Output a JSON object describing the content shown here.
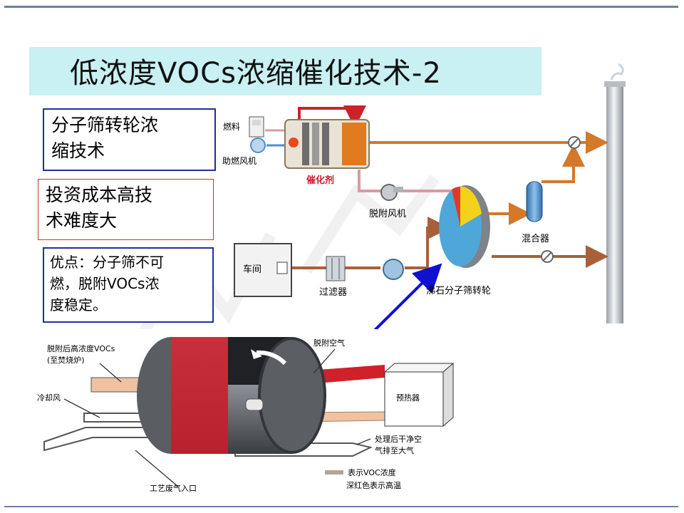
{
  "title": "低浓度VOCs浓缩催化技术-2",
  "box1": {
    "line1": "分子筛转轮浓",
    "line2": "缩技术"
  },
  "box2": {
    "line1": "投资成本高技",
    "line2": "术难度大"
  },
  "box3": {
    "line1": "优点：分子筛不可",
    "line2": "燃，脱附VOCs浓",
    "line3": "度稳定。"
  },
  "top_diagram": {
    "fuel": "燃料",
    "burner_fan": "助燃风机",
    "catalyst": "催化剂",
    "desorption_fan": "脱附风机",
    "mixer": "混合器",
    "workshop": "车间",
    "filter": "过滤器",
    "zeolite_wheel": "沸石分子筛转轮"
  },
  "bottom_diagram": {
    "desorbed_line1": "脱附后高浓度VOCs",
    "desorbed_line2": "(至焚烧炉)",
    "cooling_air": "冷却风",
    "desorption_air": "脱附空气",
    "preheater": "预热器",
    "clean_line1": "处理后干净空",
    "clean_line2": "气排至大气",
    "process_inlet": "工艺废气入口",
    "legend_line1": "表示VOC浓度",
    "legend_line2": "深红色表示高温"
  },
  "colors": {
    "title_bg": "#c9f0f3",
    "box_border_blue": "#1f2fa0",
    "box_border_red": "#c0392b",
    "pipe_orange": "#d4782a",
    "pipe_red": "#d0202a",
    "pipe_pink": "#d89aa4",
    "pipe_brown": "#a8603a",
    "arrow_blue": "#1010d0"
  }
}
